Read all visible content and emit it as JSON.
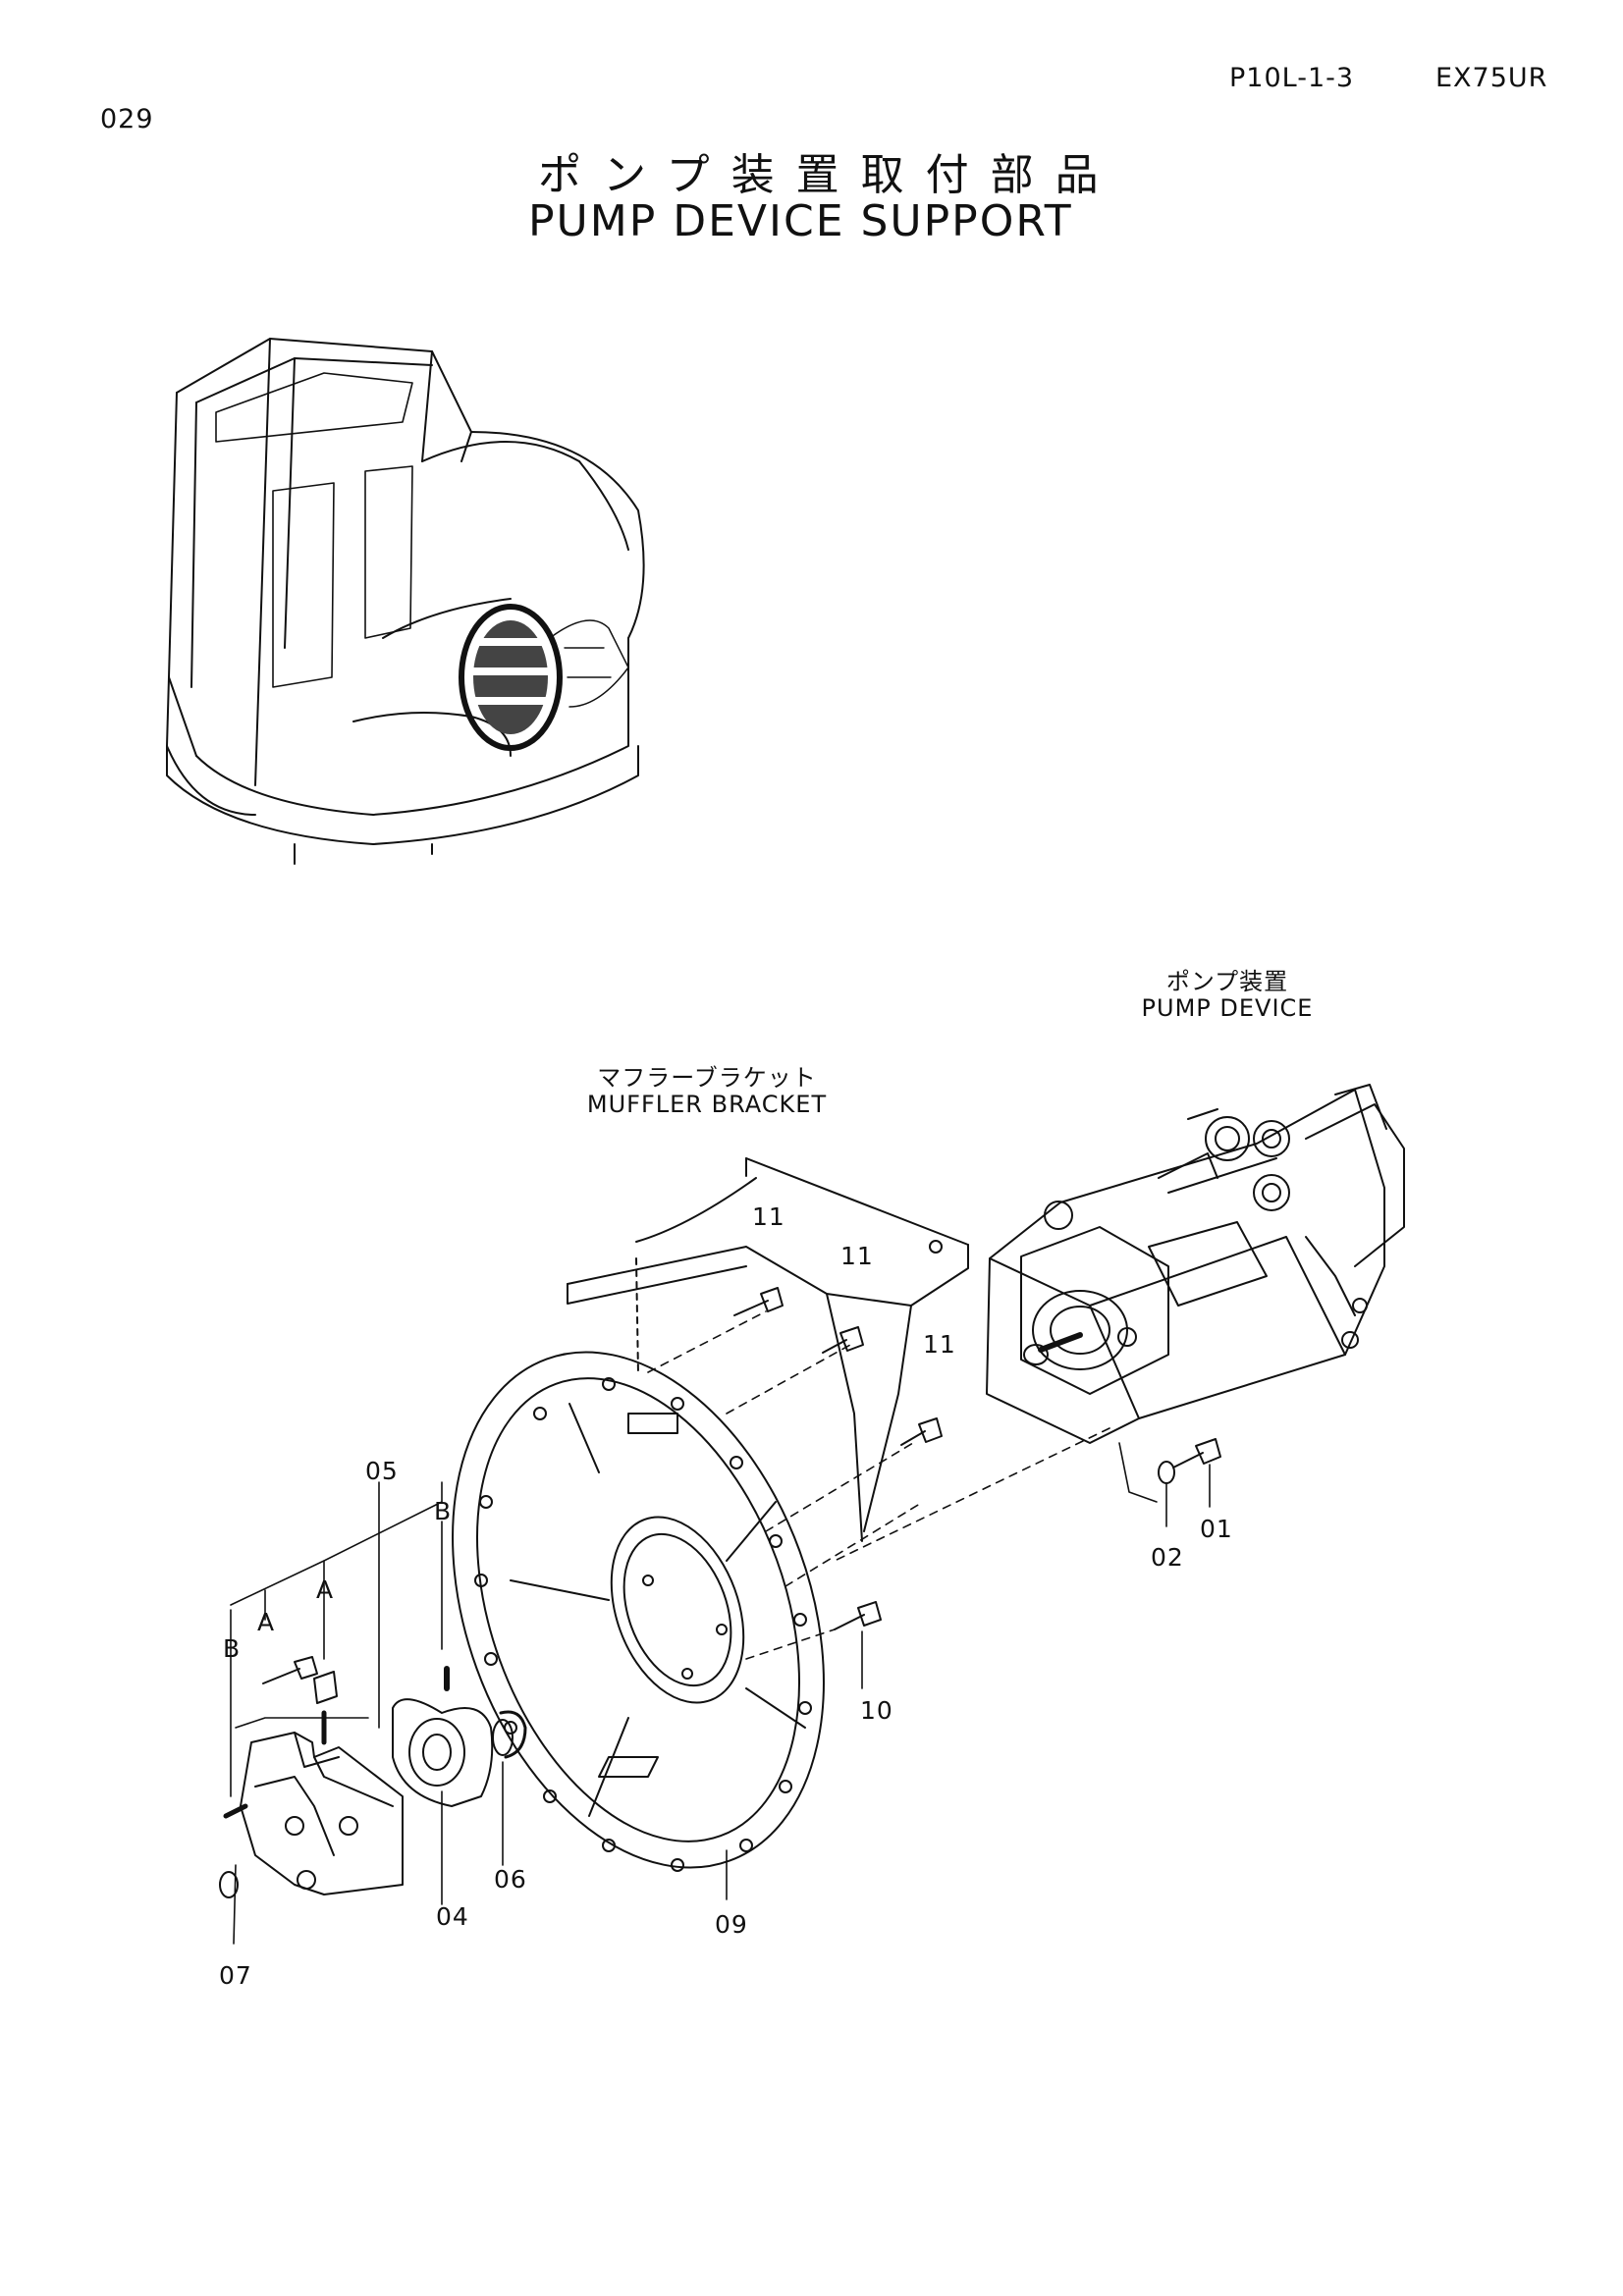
{
  "header": {
    "page_number": "029",
    "plate_code": "P10L-1-3",
    "model": "EX75UR"
  },
  "title": {
    "japanese": "ポンプ装置取付部品",
    "english": "PUMP DEVICE SUPPORT"
  },
  "assemblies": {
    "pump_device_jp": "ポンプ装置",
    "pump_device_en": "PUMP DEVICE",
    "muffler_bracket_jp": "マフラーブラケット",
    "muffler_bracket_en": "MUFFLER BRACKET"
  },
  "callouts": {
    "p01": "01",
    "p02": "02",
    "p04": "04",
    "p05": "05",
    "p06": "06",
    "p07": "07",
    "p09": "09",
    "p10": "10",
    "p11a": "11",
    "p11b": "11",
    "p11c": "11",
    "ref_a1": "A",
    "ref_a2": "A",
    "ref_b1": "B",
    "ref_b2": "B"
  }
}
